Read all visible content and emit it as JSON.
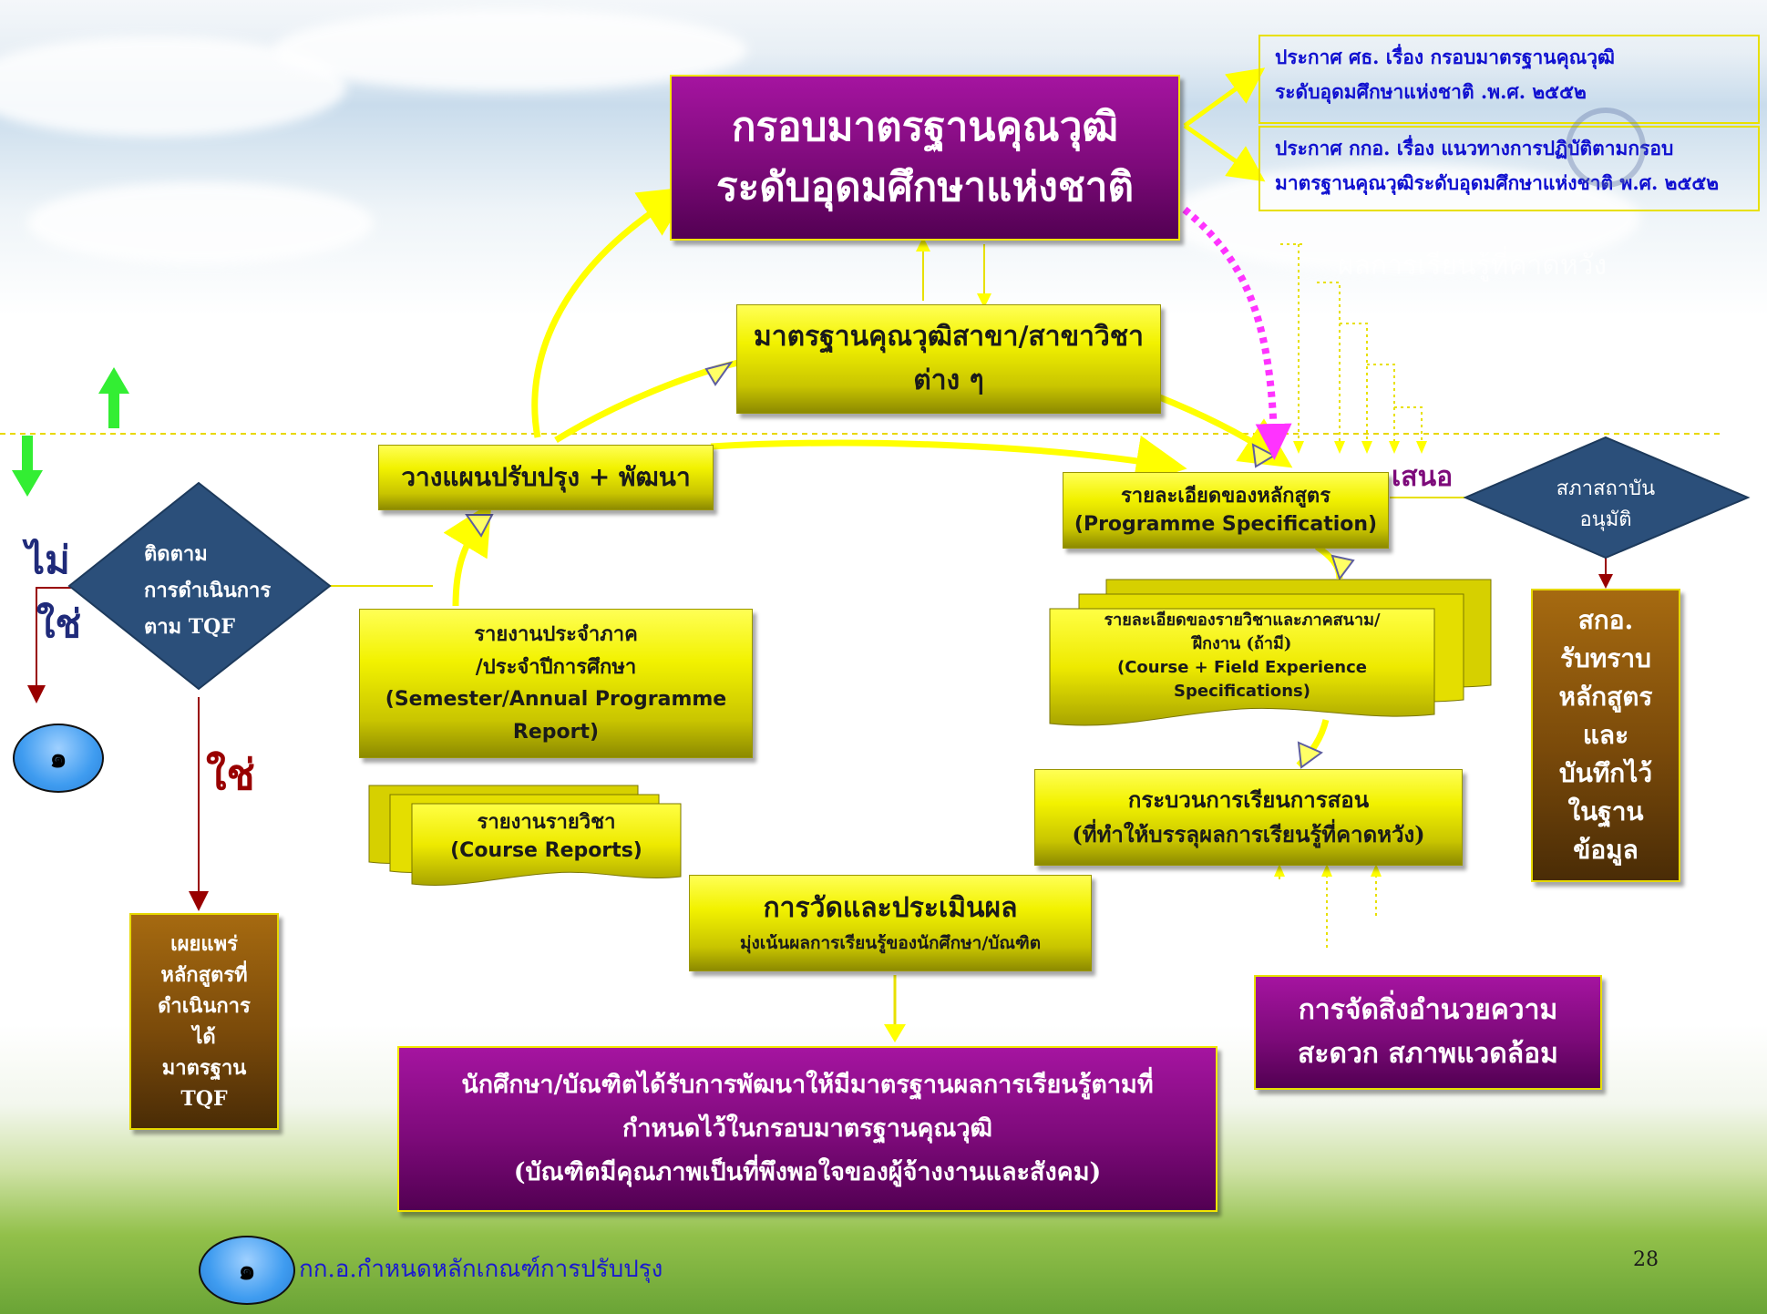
{
  "colors": {
    "purple": "#7d0a7a",
    "yellow": "#f2f200",
    "arrow_yellow": "#ffff00",
    "magenta": "#ff33ff",
    "dark_red": "#990000",
    "diamond": "#2b4f7a",
    "brown": "#7a4a0a",
    "link_blue": "#1a1ad0"
  },
  "tqf_title": {
    "line1": "กรอบมาตรฐานคุณวุฒิ",
    "line2": "ระดับอุดมศึกษาแห่งชาติ"
  },
  "announcements": [
    {
      "line1": "ประกาศ ศธ. เรื่อง กรอบมาตรฐานคุณวุฒิ",
      "line2": "ระดับอุดมศึกษาแห่งชาติ .พ.ศ. ๒๕๕๒"
    },
    {
      "line1": "ประกาศ กกอ. เรื่อง แนวทางการปฏิบัติตามกรอบ",
      "line2": "มาตรฐานคุณวุฒิระดับอุดมศึกษาแห่งชาติ พ.ศ. ๒๕๕๒"
    }
  ],
  "faint_text": "ผลการเรียนรู้ที่คาดหวัง",
  "field_standards": {
    "line1": "มาตรฐานคุณวุฒิสาขา/สาขาวิชา",
    "line2": "ต่าง ๆ"
  },
  "plan": "วางแผนปรับปรุง + พัฒนา",
  "programme_spec": {
    "line1": "รายละเอียดของหลักสูตร",
    "line2": "(Programme Specification)"
  },
  "propose_label": "เสนอ",
  "council": {
    "line1": "สภาสถาบัน",
    "line2": "อนุมัติ"
  },
  "ohec": {
    "lines": [
      "สกอ.",
      "รับทราบ",
      "หลักสูตร",
      "และ",
      "บันทึกไว้",
      "ในฐาน",
      "ข้อมูล"
    ]
  },
  "course_spec": {
    "line1": "รายละเอียดของรายวิชาและภาคสนาม/",
    "line2": "ฝึกงาน (ถ้ามี)",
    "line3": "(Course + Field Experience",
    "line4": "Specifications)"
  },
  "teaching": {
    "line1": "กระบวนการเรียนการสอน",
    "line2": "(ที่ทำให้บรรลุผลการเรียนรู้ที่คาดหวัง)"
  },
  "facilities": {
    "line1": "การจัดสิ่งอำนวยความ",
    "line2": "สะดวก สภาพแวดล้อม"
  },
  "assessment": {
    "line1": "การวัดและประเมินผล",
    "line2": "มุ่งเน้นผลการเรียนรู้ของนักศึกษา/บัณฑิต"
  },
  "outcome": {
    "line1": "นักศึกษา/บัณฑิตได้รับการพัฒนาให้มีมาตรฐานผลการเรียนรู้ตามที่",
    "line2": "กำหนดไว้ในกรอบมาตรฐานคุณวุฒิ",
    "line3": "(บัณฑิตมีคุณภาพเป็นที่พึงพอใจของผู้จ้างงานและสังคม)"
  },
  "course_reports": {
    "line1": "รายงานรายวิชา",
    "line2": "(Course Reports)"
  },
  "annual_report": {
    "line1": "รายงานประจำภาค",
    "line2": "/ประจำปีการศึกษา",
    "line3": "(Semester/Annual Programme",
    "line4": "Report)"
  },
  "monitor": {
    "line1": "ติดตาม",
    "line2": "การดำเนินการ",
    "line3": "ตาม TQF"
  },
  "no_label": "ไม่",
  "yes_label": "ใช่",
  "yes_label_down": "ใช่",
  "circle_label": "๑",
  "publish": {
    "lines": [
      "เผยแพร่",
      "หลักสูตรที่",
      "ดำเนินการ",
      "ได้",
      "มาตรฐาน",
      "TQF"
    ]
  },
  "footer": {
    "circle_label": "๑",
    "text": "กก.อ.กำหนดหลักเกณฑ์การปรับปรุง",
    "page_number": "28"
  }
}
